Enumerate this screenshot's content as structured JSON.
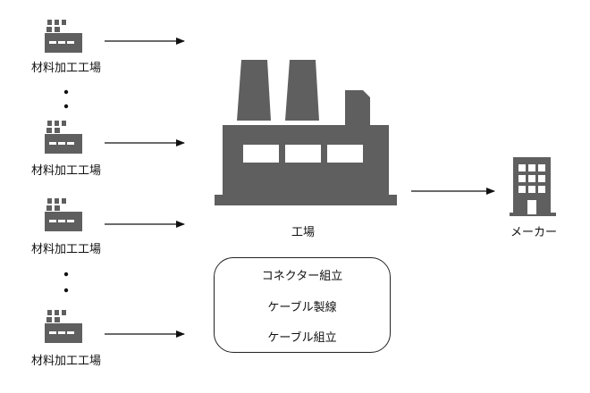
{
  "suppliers": [
    {
      "label": "材料加工工場"
    },
    {
      "label": "材料加工工場"
    },
    {
      "label": "材料加工工場"
    },
    {
      "label": "材料加工工場"
    }
  ],
  "factory": {
    "label": "工場"
  },
  "maker": {
    "label": "メーカー"
  },
  "processes": [
    {
      "label": "コネクター組立"
    },
    {
      "label": "ケーブル製線"
    },
    {
      "label": "ケーブル組立"
    }
  ],
  "colors": {
    "icon": "#5f5f5f",
    "line": "#111111"
  }
}
